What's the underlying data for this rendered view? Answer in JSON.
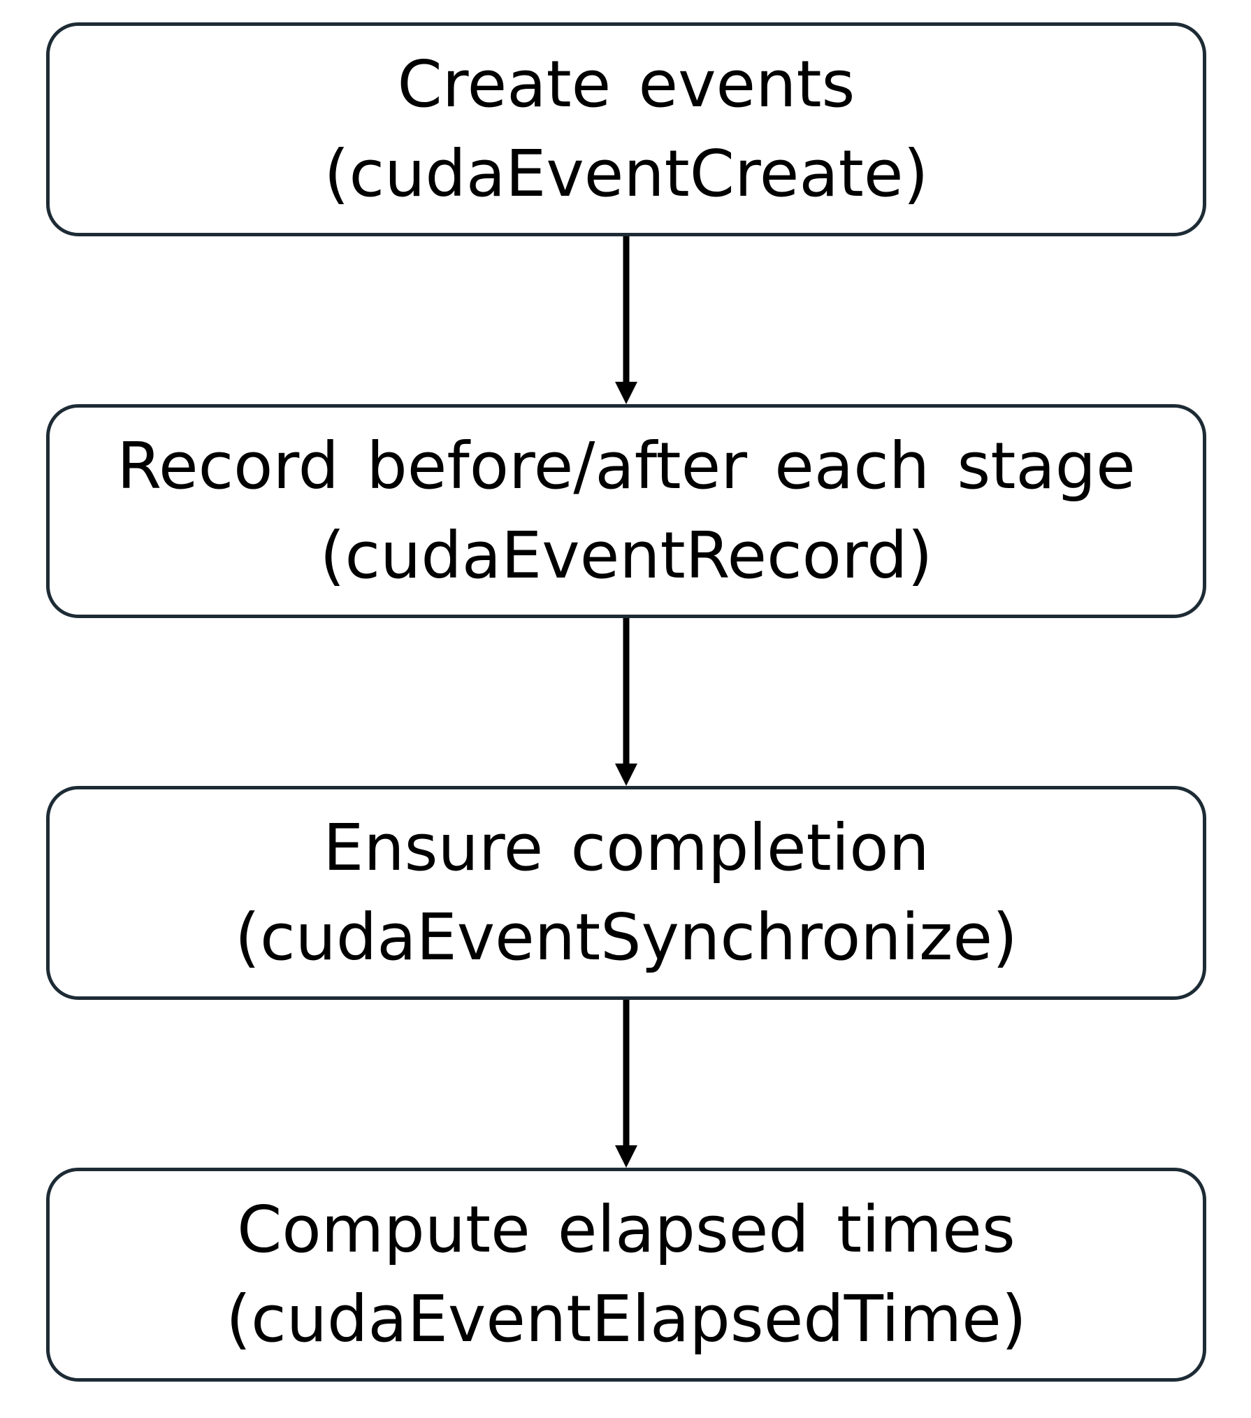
{
  "diagram": {
    "steps": [
      {
        "title": "Create events",
        "call": "(cudaEventCreate)"
      },
      {
        "title": "Record before/after each stage",
        "call": "(cudaEventRecord)"
      },
      {
        "title": "Ensure completion",
        "call": "(cudaEventSynchronize)"
      },
      {
        "title": "Compute elapsed times",
        "call": "(cudaEventElapsedTime)"
      }
    ],
    "colors": {
      "box_border": "#1d2b35",
      "arrow": "#000000",
      "background": "#ffffff"
    }
  }
}
